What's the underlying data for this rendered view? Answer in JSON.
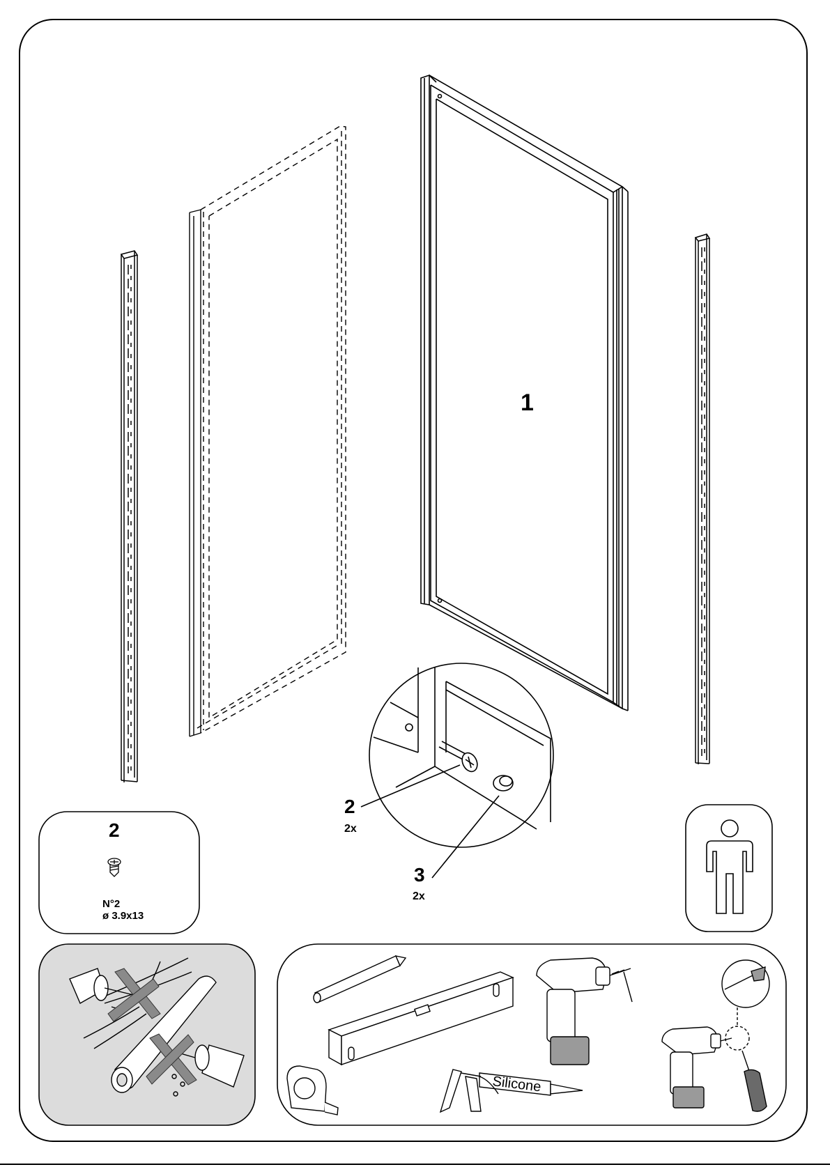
{
  "callouts": {
    "panel_number": "1",
    "screw_number": "2",
    "screw_qty": "2x",
    "cap_number": "3",
    "cap_qty": "2x"
  },
  "parts_box": {
    "number": "2",
    "spec_line1": "N°2",
    "spec_line2": "ø 3.9x13"
  },
  "tools": {
    "silicone_label": "Silicone"
  },
  "icons": [
    "wall-profile-left-icon",
    "fixed-panel-dashed-icon",
    "door-panel-icon",
    "wall-profile-right-icon",
    "detail-magnifier-icon",
    "screw-icon",
    "one-person-icon",
    "no-drilling-near-pipes-icon",
    "pencil-icon",
    "spirit-level-icon",
    "drill-icon",
    "screwdriver-drill-icon",
    "screwdriver-icon",
    "tape-measure-icon",
    "silicone-gun-icon"
  ],
  "colors": {
    "line": "#000000",
    "background": "#ffffff",
    "warning_panel": "#dcdcdc",
    "shading": "#9a9a9a"
  }
}
